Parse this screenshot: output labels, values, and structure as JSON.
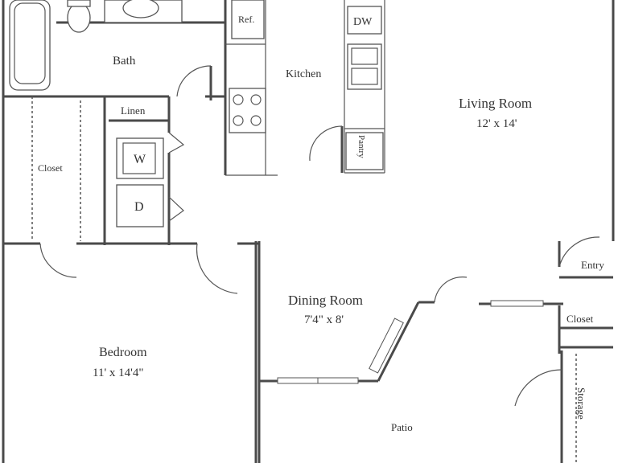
{
  "floor_plan": {
    "rooms": {
      "bath": "Bath",
      "kitchen": "Kitchen",
      "living_room": {
        "name": "Living Room",
        "size": "12' x 14'"
      },
      "linen": "Linen",
      "closet_left": "Closet",
      "pantry": "Pantry",
      "dining_room": {
        "name": "Dining Room",
        "size": "7'4\" x 8'"
      },
      "bedroom": {
        "name": "Bedroom",
        "size": "11' x 14'4\""
      },
      "entry": "Entry",
      "closet_right": "Closet",
      "storage": "Storage",
      "patio": "Patio"
    },
    "appliances": {
      "refrigerator": "Ref.",
      "dishwasher": "DW",
      "washer": "W",
      "dryer": "D"
    }
  }
}
